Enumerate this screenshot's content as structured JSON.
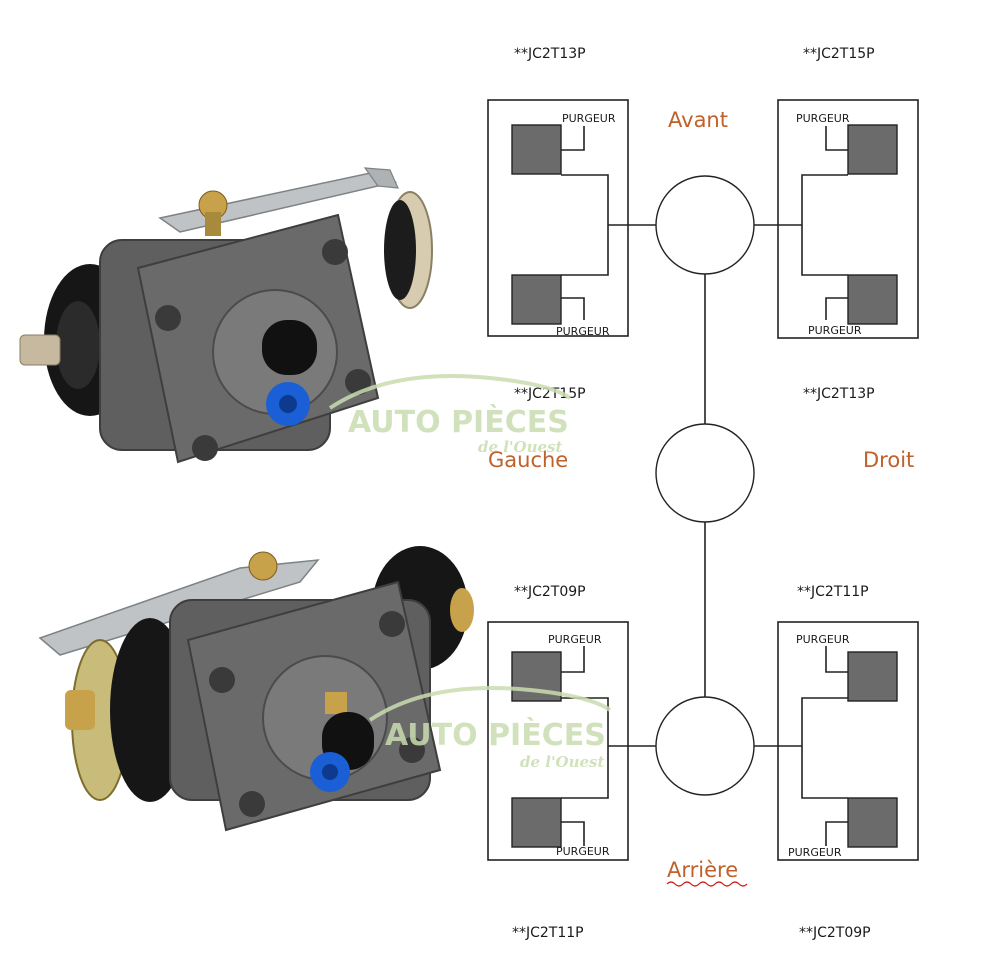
{
  "labels": {
    "front_left_code": "**JC2T13P",
    "front_right_code": "**JC2T15P",
    "middle_left_code": "**JC2T15P",
    "middle_right_code": "**JC2T13P",
    "rear_left_code": "**JC2T09P",
    "rear_right_code": "**JC2T11P",
    "bottom_left_code": "**JC2T11P",
    "bottom_right_code": "**JC2T09P",
    "front": "Avant",
    "rear": "Arrière",
    "left": "Gauche",
    "right": "Droit",
    "bleeder": "PURGEUR"
  },
  "watermark": {
    "brand": "AUTO PIÈCES",
    "sub": "de l'Ouest"
  },
  "colors": {
    "heading": "#c0602a",
    "shoe": "#6b6b6b",
    "watermark": "#c9dcb0",
    "cylinder_body": "#5f5f5f",
    "rubber": "#151515",
    "bleeder_cap": "#111111",
    "dust_cap": "#1a5fd6",
    "bracket": "#bfc3c6",
    "brass": "#c8a24a"
  }
}
